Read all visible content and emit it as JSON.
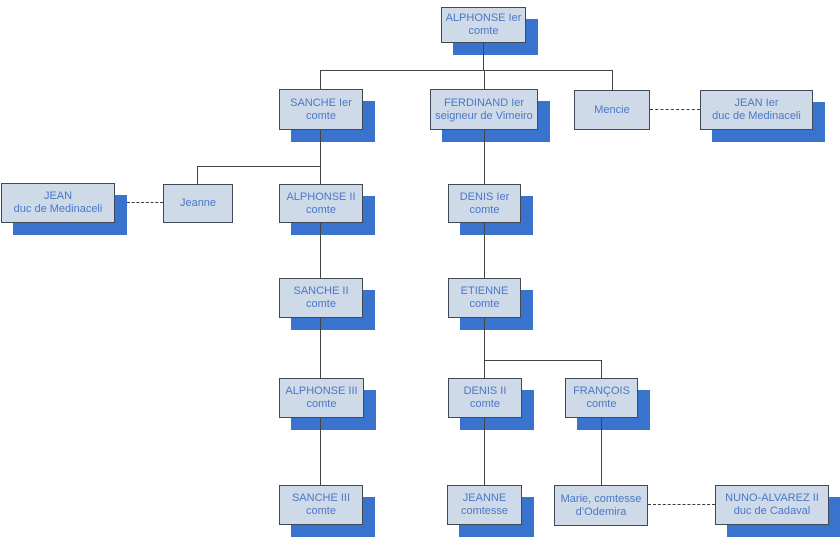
{
  "diagram": {
    "type": "family-tree-org-chart",
    "background": "#ffffff",
    "palette": {
      "box_fill": "#cfdae8",
      "box_border": "#404a57",
      "shadow_blue": "#3a73cd",
      "text_blue": "#4a78c8",
      "connector": "#444444"
    }
  },
  "nodes": {
    "alphonse1": {
      "name": "ALPHONSE Ier",
      "title": "comte"
    },
    "sanche1": {
      "name": "SANCHE Ier",
      "title": "comte"
    },
    "ferdinand1": {
      "name": "FERDINAND Ier",
      "title": "seigneur de Vimeiro"
    },
    "mencie": {
      "name": "Mencie"
    },
    "jean1_medinaceli": {
      "name": "JEAN Ier",
      "title": "duc de Medinaceli"
    },
    "jean_medinaceli": {
      "name": "JEAN",
      "title": "duc de Medinaceli"
    },
    "jeanne": {
      "name": "Jeanne"
    },
    "alphonse2": {
      "name": "ALPHONSE II",
      "title": "comte"
    },
    "denis1": {
      "name": "DENIS Ier",
      "title": "comte"
    },
    "sanche2": {
      "name": "SANCHE II",
      "title": "comte"
    },
    "etienne": {
      "name": "ETIENNE",
      "title": "comte"
    },
    "alphonse3": {
      "name": "ALPHONSE III",
      "title": "comte"
    },
    "denis2": {
      "name": "DENIS II",
      "title": "comte"
    },
    "francois": {
      "name": "FRANÇOIS",
      "title": "comte"
    },
    "sanche3": {
      "name": "SANCHE III",
      "title": "comte"
    },
    "jeanne_comtesse": {
      "name": "JEANNE",
      "title": "comtesse"
    },
    "marie": {
      "name": "Marie, comtesse",
      "title": "d’Odemira"
    },
    "nuno": {
      "name": "NUNO-ALVAREZ II",
      "title": "duc de Cadaval"
    }
  },
  "relations": {
    "parent_child": [
      [
        "alphonse1",
        "sanche1"
      ],
      [
        "alphonse1",
        "ferdinand1"
      ],
      [
        "alphonse1",
        "mencie"
      ],
      [
        "sanche1",
        "jeanne"
      ],
      [
        "sanche1",
        "alphonse2"
      ],
      [
        "alphonse2",
        "sanche2"
      ],
      [
        "sanche2",
        "alphonse3"
      ],
      [
        "alphonse3",
        "sanche3"
      ],
      [
        "ferdinand1",
        "denis1"
      ],
      [
        "denis1",
        "etienne"
      ],
      [
        "etienne",
        "denis2"
      ],
      [
        "etienne",
        "francois"
      ],
      [
        "denis2",
        "jeanne_comtesse"
      ],
      [
        "francois",
        "marie"
      ]
    ],
    "marriage_dashed": [
      [
        "mencie",
        "jean1_medinaceli"
      ],
      [
        "jean_medinaceli",
        "jeanne"
      ],
      [
        "marie",
        "nuno"
      ]
    ]
  }
}
